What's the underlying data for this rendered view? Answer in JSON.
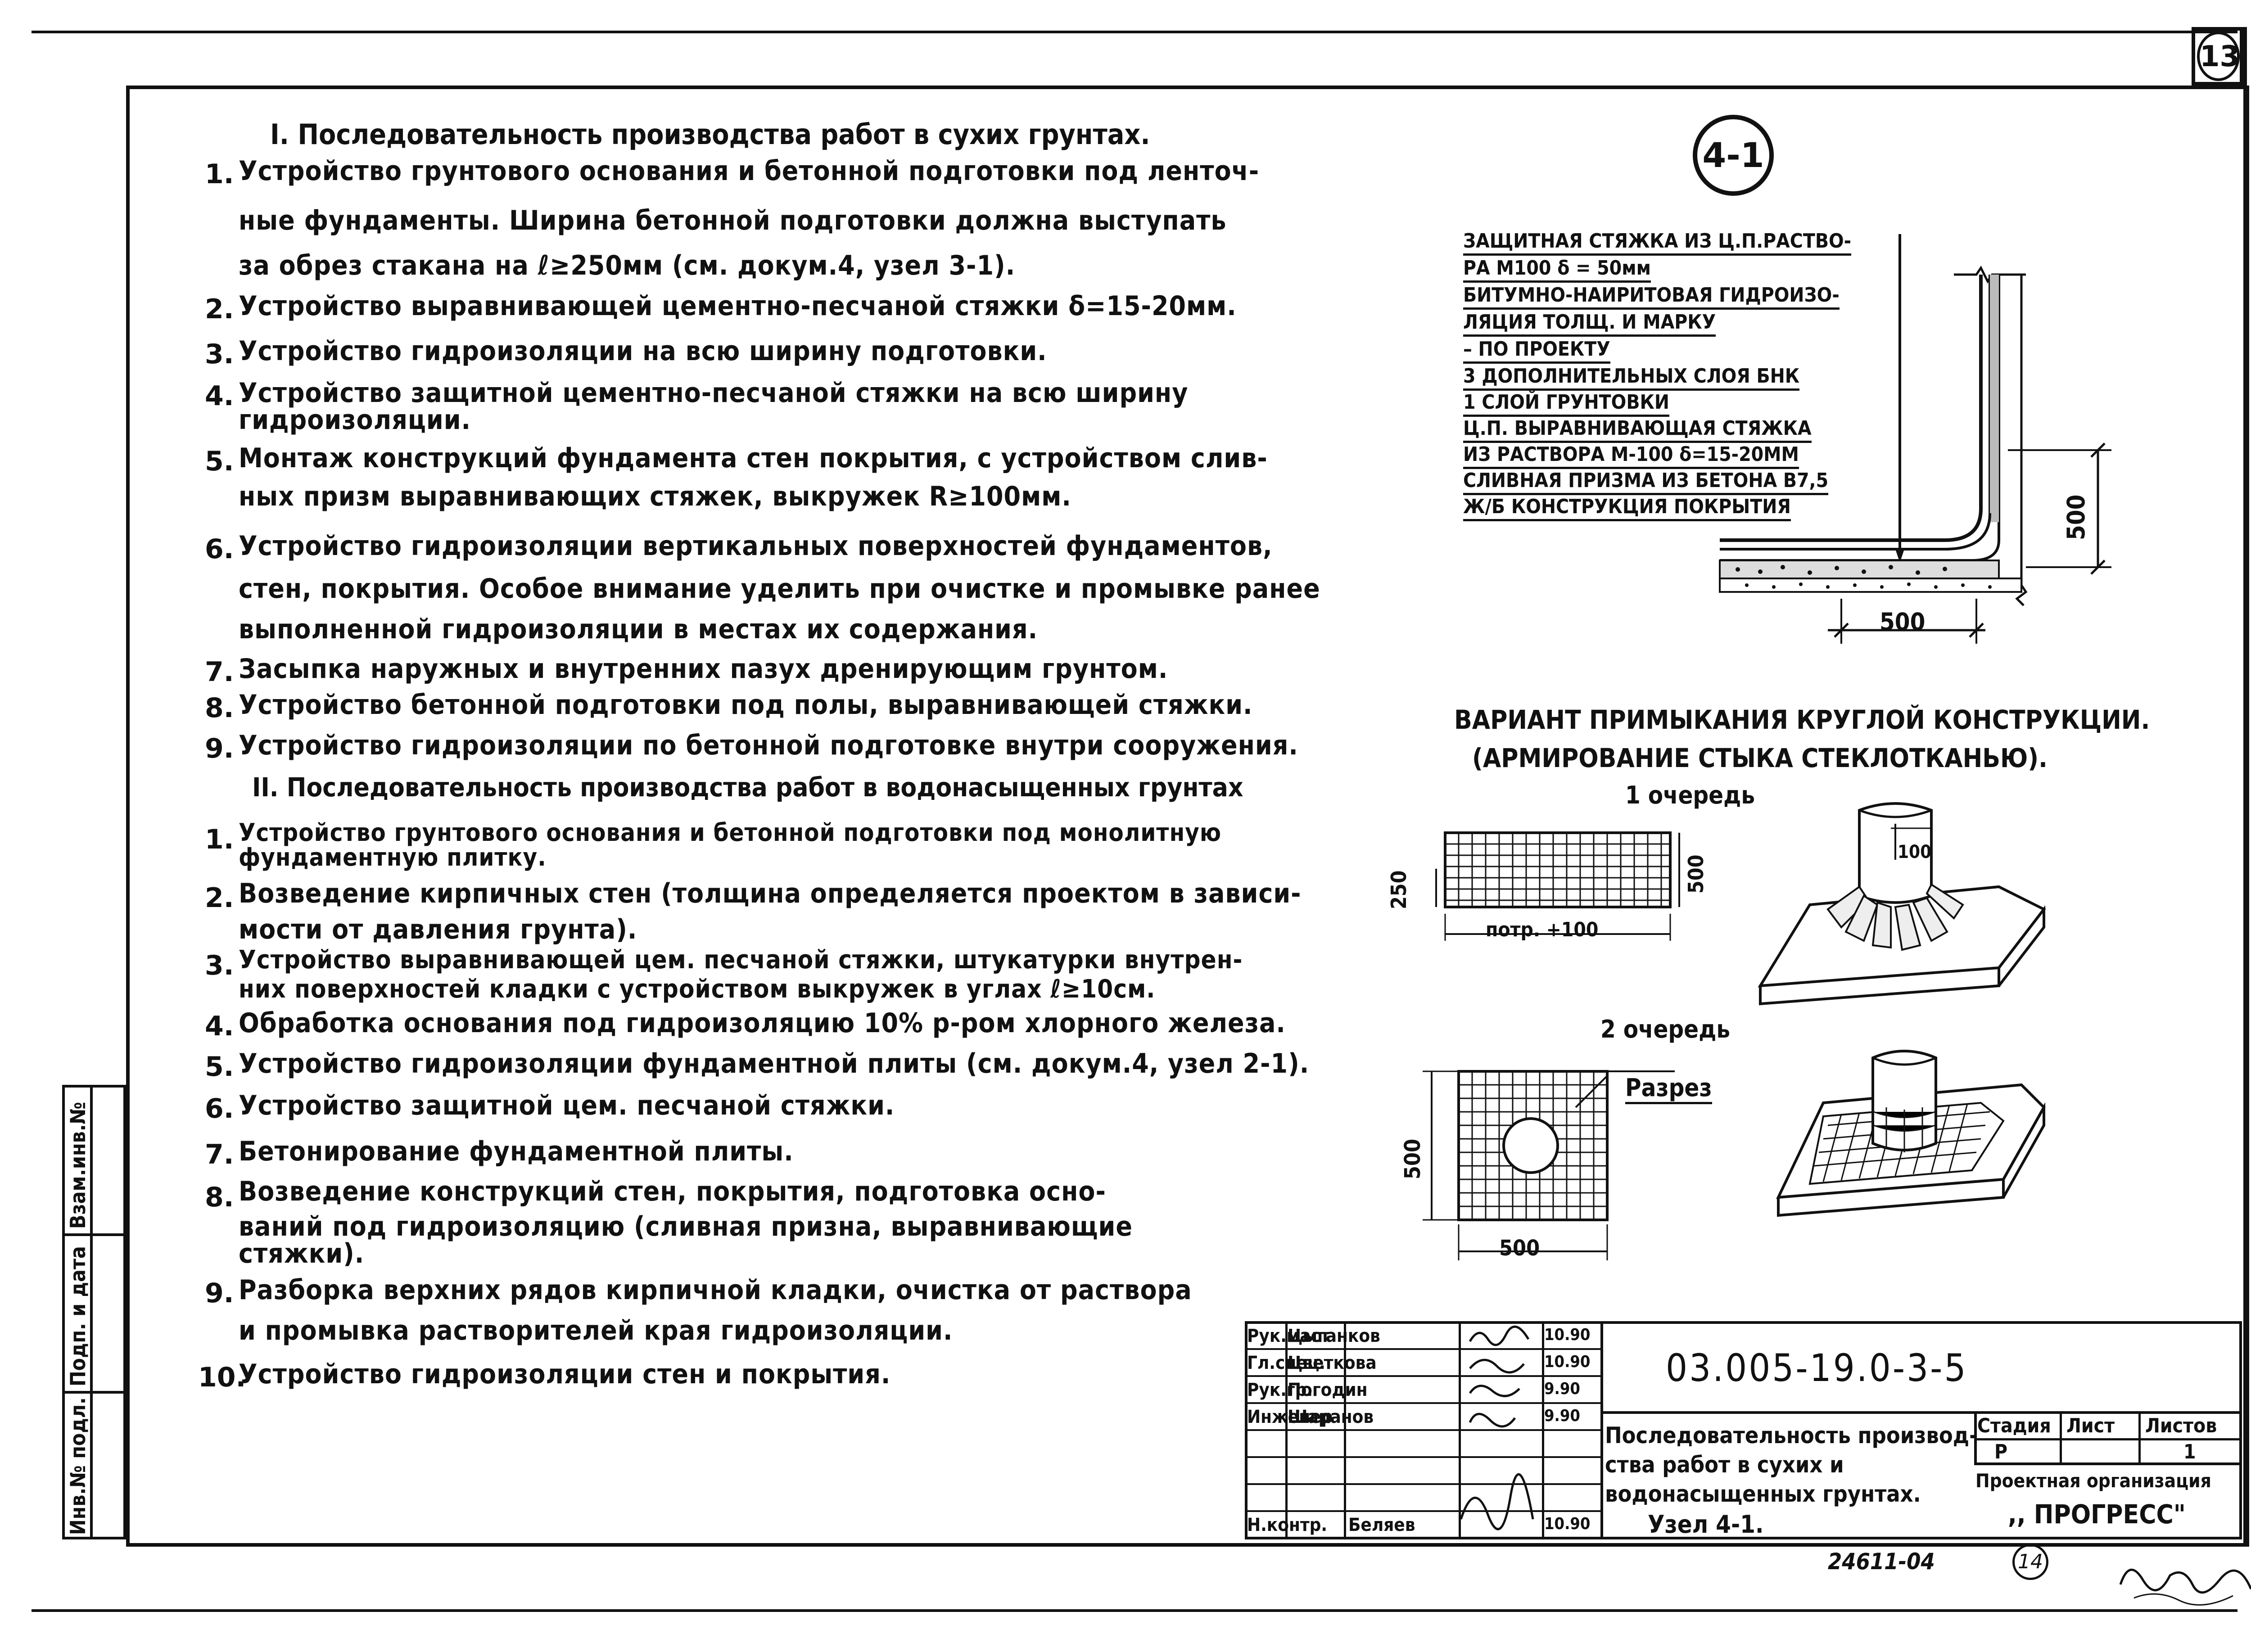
{
  "sheet_number": "13",
  "section1": {
    "heading": "I. Последовательность производства работ в сухих грунтах.",
    "items": [
      {
        "n": "1.",
        "lines": [
          "Устройство грунтового основания и бетонной подготовки под ленточ-",
          "ные фундаменты. Ширина бетонной подготовки должна выступать",
          "за обрез стакана на ℓ≥250мм (см. докум.4, узел 3-1)."
        ]
      },
      {
        "n": "2.",
        "lines": [
          "Устройство выравнивающей цементно-песчаной стяжки δ=15-20мм."
        ]
      },
      {
        "n": "3.",
        "lines": [
          "Устройство гидроизоляции на всю ширину подготовки."
        ]
      },
      {
        "n": "4.",
        "lines": [
          "Устройство защитной цементно-песчаной стяжки на всю ширину",
          "гидроизоляции."
        ]
      },
      {
        "n": "5.",
        "lines": [
          "Монтаж конструкций фундамента стен покрытия, с устройством слив-",
          "ных призм выравнивающих стяжек, выкружек R≥100мм."
        ]
      },
      {
        "n": "6.",
        "lines": [
          "Устройство гидроизоляции вертикальных поверхностей фундаментов,",
          "стен, покрытия. Особое внимание уделить при очистке и промывке ранее",
          "выполненной гидроизоляции в местах их содержания."
        ]
      },
      {
        "n": "7.",
        "lines": [
          "Засыпка наружных и внутренних пазух дренирующим грунтом."
        ]
      },
      {
        "n": "8.",
        "lines": [
          "Устройство бетонной подготовки под полы, выравнивающей стяжки."
        ]
      },
      {
        "n": "9.",
        "lines": [
          "Устройство гидроизоляции по бетонной подготовке внутри сооружения."
        ]
      }
    ]
  },
  "section2": {
    "heading": "II. Последовательность производства работ в водонасыщенных грунтах",
    "items": [
      {
        "n": "1.",
        "lines": [
          "Устройство грунтового основания и бетонной подготовки под монолитную",
          "фундаментную плитку."
        ]
      },
      {
        "n": "2.",
        "lines": [
          "Возведение кирпичных стен (толщина определяется проектом в зависи-",
          "мости от давления грунта)."
        ]
      },
      {
        "n": "3.",
        "lines": [
          "Устройство выравнивающей цем. песчаной стяжки, штукатурки внутрен-",
          "них поверхностей кладки с устройством выкружек в углах ℓ≥10см."
        ]
      },
      {
        "n": "4.",
        "lines": [
          "Обработка основания под гидроизоляцию 10% р-ром хлорного железа."
        ]
      },
      {
        "n": "5.",
        "lines": [
          "Устройство гидроизоляции фундаментной плиты (см. докум.4, узел 2-1)."
        ]
      },
      {
        "n": "6.",
        "lines": [
          "Устройство защитной цем. песчаной стяжки."
        ]
      },
      {
        "n": "7.",
        "lines": [
          "Бетонирование фундаментной плиты."
        ]
      },
      {
        "n": "8.",
        "lines": [
          "Возведение конструкций стен, покрытия, подготовка осно-",
          "ваний под гидроизоляцию (сливная призна, выравнивающие",
          "стяжки)."
        ]
      },
      {
        "n": "9.",
        "lines": [
          "Разборка верхних рядов кирпичной кладки, очистка от раствора",
          "и промывка растворителей края гидроизоляции."
        ]
      },
      {
        "n": "10.",
        "lines": [
          "Устройство гидроизоляции стен и покрытия."
        ]
      }
    ]
  },
  "node_label": "4-1",
  "legend": [
    "ЗАЩИТНАЯ СТЯЖКА ИЗ Ц.П.РАСТВО-",
    "РА М100   δ = 50мм",
    "БИТУМНО-НАИРИТОВАЯ ГИДРОИЗО-",
    "ЛЯЦИЯ ТОЛЩ. И МАРКУ",
    "– ПО ПРОЕКТУ",
    "3 ДОПОЛНИТЕЛЬНЫХ СЛОЯ БНК",
    "1 СЛОЙ ГРУНТОВКИ",
    "Ц.П. ВЫРАВНИВАЮЩАЯ СТЯЖКА",
    "ИЗ РАСТВОРА М-100 δ=15-20ММ",
    "СЛИВНАЯ ПРИЗМА ИЗ БЕТОНА В7,5",
    "Ж/Б КОНСТРУКЦИЯ ПОКРЫТИЯ"
  ],
  "dims": {
    "d500_vertical": "500",
    "d500_horizontal": "500"
  },
  "variant": {
    "title": "ВАРИАНТ ПРИМЫКАНИЯ КРУГЛОЙ КОНСТРУКЦИИ.",
    "subtitle": "(АРМИРОВАНИЕ СТЫКА СТЕКЛОТКАНЬЮ).",
    "stage1": "1 очередь",
    "stage2": "2 очередь",
    "dim_250": "250",
    "dim_500a": "500",
    "dim_potr": "потр. +100",
    "dim_100": "100",
    "razrez": "Разрез",
    "dim_500b": "500",
    "dim_500c": "500"
  },
  "title_block": {
    "code": "03.005-19.0-3-5",
    "roles": [
      {
        "role": "Рук.маст",
        "name": "Цыганков",
        "date": "10.90"
      },
      {
        "role": "Гл.спец.",
        "name": "Цветкова",
        "date": "10.90"
      },
      {
        "role": "Рук.гр.",
        "name": "Погодин",
        "date": "9.90"
      },
      {
        "role": "Инженер",
        "name": "Шаранов",
        "date": "9.90"
      },
      {
        "role": "",
        "name": "",
        "date": ""
      },
      {
        "role": "",
        "name": "",
        "date": ""
      },
      {
        "role": "",
        "name": "",
        "date": ""
      },
      {
        "role": "Н.контр.",
        "name": "Беляев",
        "date": "10.90"
      }
    ],
    "description": [
      "Последовательность производ-",
      "ства работ в сухих и",
      "водонасыщенных грунтах.",
      "Узел 4-1."
    ],
    "stage_label": "Стадия",
    "sheet_label": "Лист",
    "sheets_label": "Листов",
    "stage_value": "Р",
    "sheet_value": "",
    "sheets_value": "1",
    "org_label": "Проектная организация",
    "org_name": ",, ПРОГРЕСС\""
  },
  "side_stamps": [
    "Инв.№ подл.",
    "Подп. и дата",
    "Взам.инв.№"
  ],
  "footer_number": "24611-04",
  "footer_circle": "14"
}
